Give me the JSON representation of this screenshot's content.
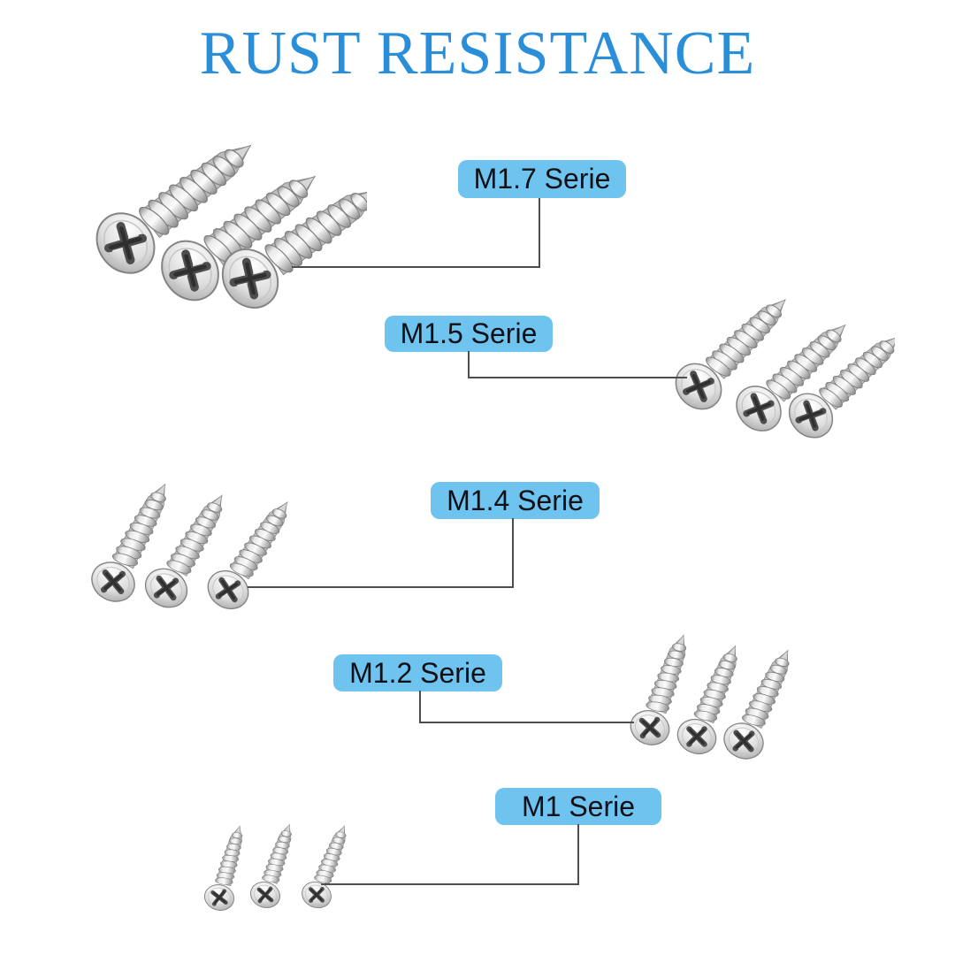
{
  "title": {
    "text": "RUST RESISTANCE"
  },
  "callouts": [
    {
      "id": "m1_7",
      "label": "M1.7 Serie",
      "screw_count": 3,
      "screw_position": "top-left"
    },
    {
      "id": "m1_5",
      "label": "M1.5 Serie",
      "screw_count": 3,
      "screw_position": "middle-right"
    },
    {
      "id": "m1_4",
      "label": "M1.4 Serie",
      "screw_count": 3,
      "screw_position": "middle-left"
    },
    {
      "id": "m1_2",
      "label": "M1.2 Serie",
      "screw_count": 3,
      "screw_position": "lower-right"
    },
    {
      "id": "m1",
      "label": "M1 Serie",
      "screw_count": 3,
      "screw_position": "bottom-center-left"
    }
  ],
  "style": {
    "background": "#ffffff",
    "title_color": "#2a8fd8",
    "label_bg": "#6fc3ef",
    "label_text_color": "#0d1117",
    "leader_line_color": "#4d4d4d",
    "screw_metal_light": "#f7f7f7",
    "screw_metal_mid": "#c9c9c9",
    "screw_metal_dark": "#8f8f8f"
  }
}
